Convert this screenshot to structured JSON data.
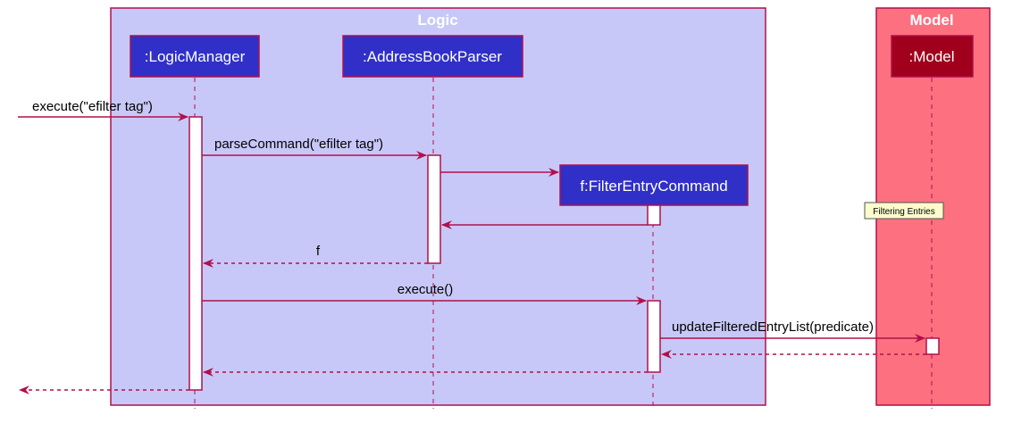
{
  "colors": {
    "logic_frame_fill": "#c8c8f8",
    "model_frame_fill": "#fc7080",
    "frame_border": "#b0104a",
    "participant_fill": "#3030c8",
    "model_participant_fill": "#a0001c",
    "arrow": "#b0104a",
    "note_fill": "#fbfbcc"
  },
  "frames": {
    "logic": {
      "title": "Logic"
    },
    "model": {
      "title": "Model"
    }
  },
  "participants": {
    "logic_manager": ":LogicManager",
    "address_book_parser": ":AddressBookParser",
    "filter_entry_command": "f:FilterEntryCommand",
    "model": ":Model"
  },
  "messages": {
    "execute_call": "execute(\"efilter tag\")",
    "parse_command": "parseCommand(\"efilter tag\")",
    "return_f": "f",
    "execute": "execute()",
    "update_filtered": "updateFilteredEntryList(predicate)"
  },
  "note": "Filtering Entries"
}
